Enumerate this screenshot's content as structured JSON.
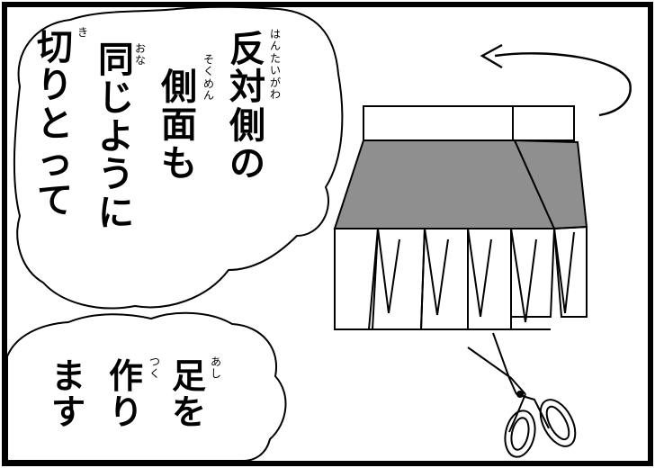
{
  "bubble_top": {
    "col1": [
      "反",
      "対",
      "側",
      "の"
    ],
    "col1_ruby": [
      "は",
      "ん",
      "た",
      "い",
      "が",
      "わ"
    ],
    "col2": [
      "側",
      "面",
      "も"
    ],
    "col2_ruby": [
      "そ",
      "く",
      "め",
      "ん"
    ],
    "col3": [
      "同",
      "じ",
      "よ",
      "う",
      "に"
    ],
    "col3_ruby": [
      "お",
      "な"
    ],
    "col4": [
      "切",
      "り",
      "と",
      "っ",
      "て"
    ],
    "col4_ruby": [
      "き"
    ]
  },
  "bubble_bottom": {
    "col1": [
      "足",
      "を"
    ],
    "col1_ruby": [
      "あ",
      "し"
    ],
    "col2": [
      "作",
      "り"
    ],
    "col2_ruby": [
      "つ",
      "く"
    ],
    "col3": [
      "ま",
      "す"
    ]
  }
}
